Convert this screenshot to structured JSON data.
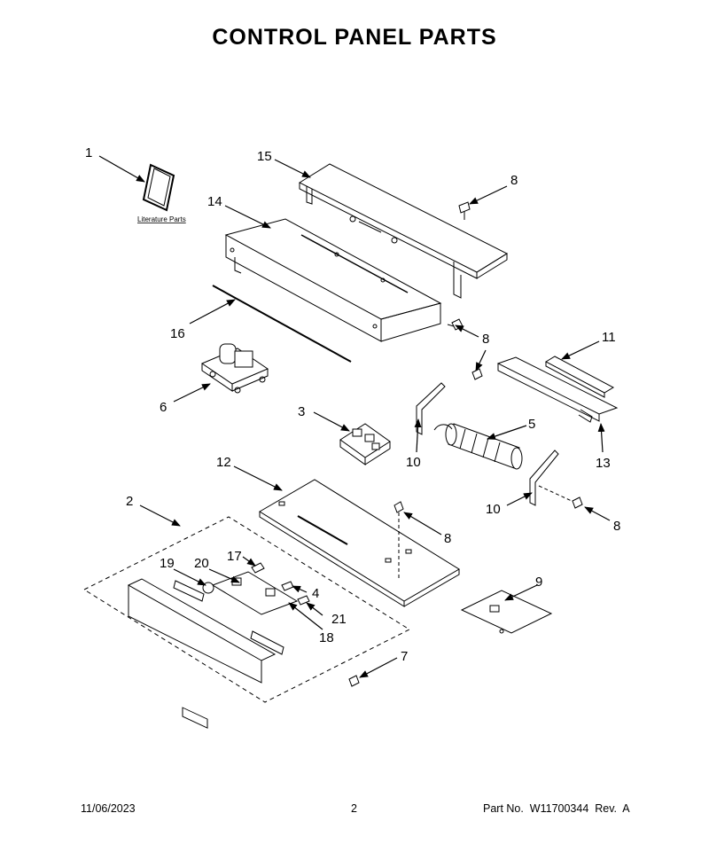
{
  "title": "CONTROL PANEL PARTS",
  "literature_label": "Literature Parts",
  "callouts": {
    "c1": "1",
    "c2": "2",
    "c3": "3",
    "c4": "4",
    "c5": "5",
    "c6": "6",
    "c7": "7",
    "c8a": "8",
    "c8b": "8",
    "c8c": "8",
    "c8d": "8",
    "c9": "9",
    "c10a": "10",
    "c10b": "10",
    "c11": "11",
    "c12": "12",
    "c13": "13",
    "c14": "14",
    "c15": "15",
    "c16": "16",
    "c17": "17",
    "c18": "18",
    "c19": "19",
    "c20": "20",
    "c21": "21"
  },
  "footer": {
    "date": "11/06/2023",
    "page": "2",
    "part_no": "Part No.  W11700344  Rev.  A"
  }
}
